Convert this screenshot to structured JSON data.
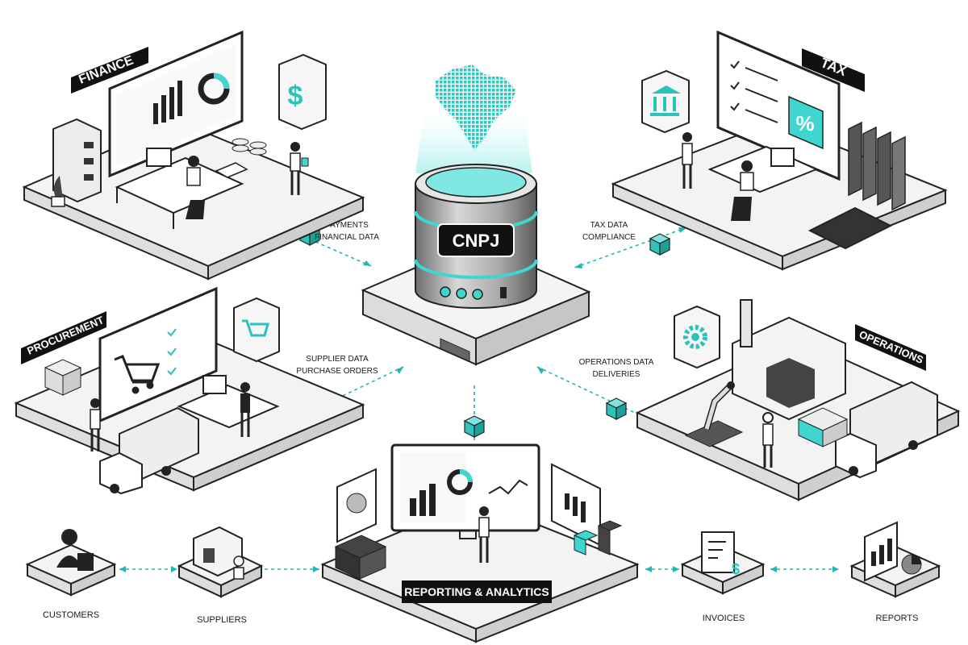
{
  "hub": {
    "label": "CNPJ"
  },
  "departments": {
    "finance": {
      "label": "FINANCE",
      "flow_line1": "PAYMENTS",
      "flow_line2": "FINANCIAL DATA"
    },
    "tax": {
      "label": "TAX",
      "flow_line1": "TAX DATA",
      "flow_line2": "COMPLIANCE"
    },
    "procurement": {
      "label": "PROCUREMENT",
      "flow_line1": "SUPPLIER DATA",
      "flow_line2": "PURCHASE ORDERS"
    },
    "operations": {
      "label": "OPERATIONS",
      "flow_line1": "OPERATIONS DATA",
      "flow_line2": "DELIVERIES"
    },
    "reporting": {
      "label": "REPORTING & ANALYTICS"
    }
  },
  "external": {
    "customers": "CUSTOMERS",
    "suppliers": "SUPPLIERS",
    "invoices": "INVOICES",
    "reports": "REPORTS"
  },
  "icons": {
    "finance_badge": "dollar-icon",
    "tax_badge": "bank-icon",
    "tax_screen": "percent-icon",
    "procurement_badge": "cart-icon",
    "operations_badge": "gear-icon",
    "hub_map": "brazil-map-icon"
  },
  "colors": {
    "accent": "#3fd6d0",
    "label_bg": "#111111",
    "platform": "#f2f2f2",
    "outline": "#222222",
    "flow": "#21b8b4"
  }
}
